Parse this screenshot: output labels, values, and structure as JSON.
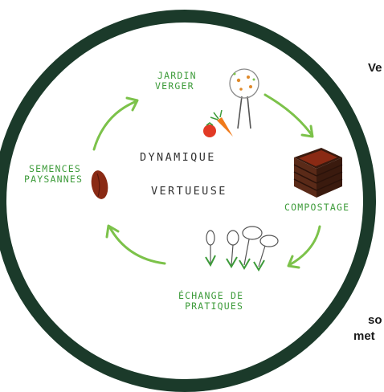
{
  "diagram": {
    "center_line1": "DYNAMIQUE",
    "center_line2": "VERTUEUSE",
    "node_garden_line1": "JARDIN",
    "node_garden_line2": "VERGER",
    "node_compost": "COMPOSTAGE",
    "node_exchange_line1": "ÉCHANGE DE",
    "node_exchange_line2": "PRATIQUES",
    "node_seeds_line1": "SEMENCES",
    "node_seeds_line2": "PAYSANNES"
  },
  "page": {
    "right_text_top": "Ve",
    "right_text_mid": "so",
    "right_text_bottom": "met"
  },
  "colors": {
    "frame": "#1b3a2a",
    "label_green": "#3d9b3a",
    "arrow_green": "#7cc24a",
    "text_dark": "#333333"
  }
}
